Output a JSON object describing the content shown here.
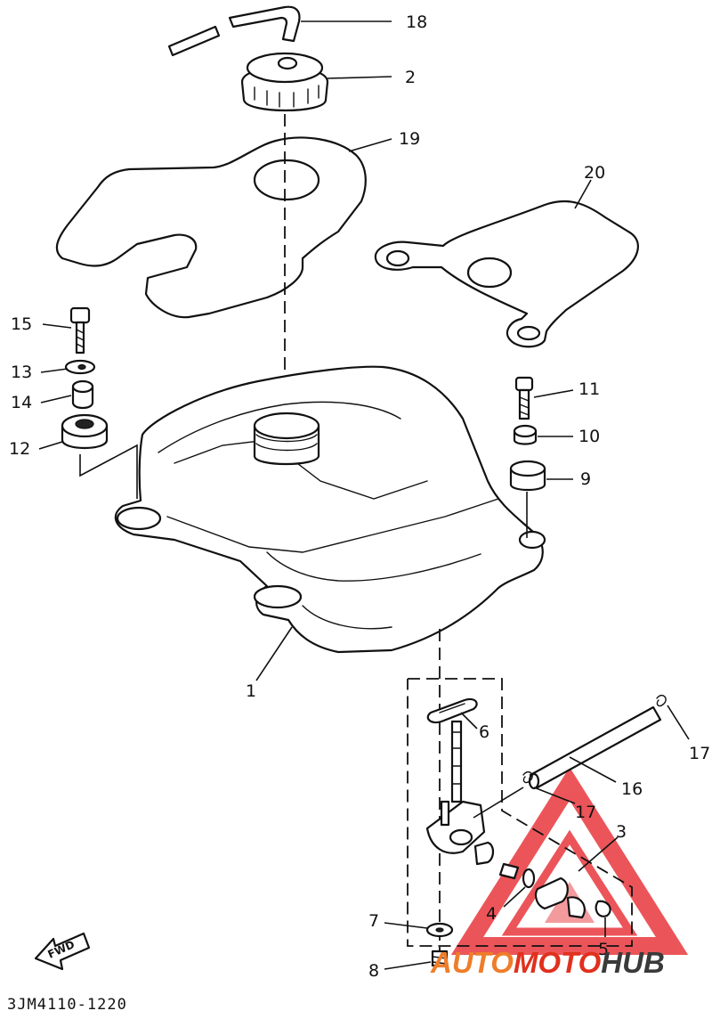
{
  "diagram_code": "3JM4110-1220",
  "direction_marker": "FWD",
  "callouts": [
    {
      "id": "1",
      "text": "1"
    },
    {
      "id": "2",
      "text": "2"
    },
    {
      "id": "3",
      "text": "3"
    },
    {
      "id": "4",
      "text": "4"
    },
    {
      "id": "5",
      "text": "5"
    },
    {
      "id": "6",
      "text": "6"
    },
    {
      "id": "7",
      "text": "7"
    },
    {
      "id": "8",
      "text": "8"
    },
    {
      "id": "9",
      "text": "9"
    },
    {
      "id": "10",
      "text": "10"
    },
    {
      "id": "11",
      "text": "11"
    },
    {
      "id": "12",
      "text": "12"
    },
    {
      "id": "13",
      "text": "13"
    },
    {
      "id": "14",
      "text": "14"
    },
    {
      "id": "15",
      "text": "15"
    },
    {
      "id": "16",
      "text": "16"
    },
    {
      "id": "17a",
      "text": "17"
    },
    {
      "id": "17b",
      "text": "17"
    },
    {
      "id": "18",
      "text": "18"
    },
    {
      "id": "19",
      "text": "19"
    },
    {
      "id": "20",
      "text": "20"
    }
  ],
  "watermark": {
    "part1": "AUTO",
    "part2": "MOTO",
    "part3": "HUB",
    "colors": {
      "auto": "#ee7d2a",
      "moto": "#e0301e",
      "hub": "#3a3a3a",
      "triangle": "#e8383d"
    }
  }
}
